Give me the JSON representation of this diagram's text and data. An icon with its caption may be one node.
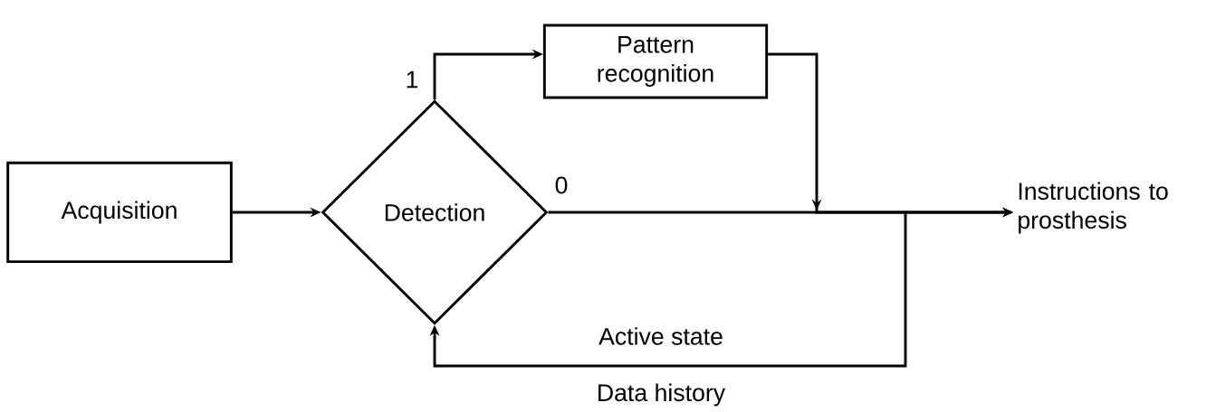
{
  "diagram": {
    "nodes": [
      {
        "text": [
          "Acquisition"
        ]
      },
      {
        "text": [
          "Detection"
        ]
      },
      {
        "text": [
          "Pattern recognition"
        ]
      },
      {
        "text": [
          "Instructions to prosthesis"
        ]
      }
    ],
    "edges": [
      {
        "from": 0,
        "to": 1,
        "arrow": "to"
      },
      {
        "from": 1,
        "to": 2,
        "arrow": "to",
        "label": "1"
      },
      {
        "from": 1,
        "to": 3,
        "arrow": "to",
        "label": "0"
      },
      {
        "from": 2,
        "to": 3,
        "arrow": "to"
      },
      {
        "from": null,
        "to": 1,
        "arrow": "to",
        "label": "Active state"
      }
    ],
    "labels": [
      "Data history"
    ]
  }
}
